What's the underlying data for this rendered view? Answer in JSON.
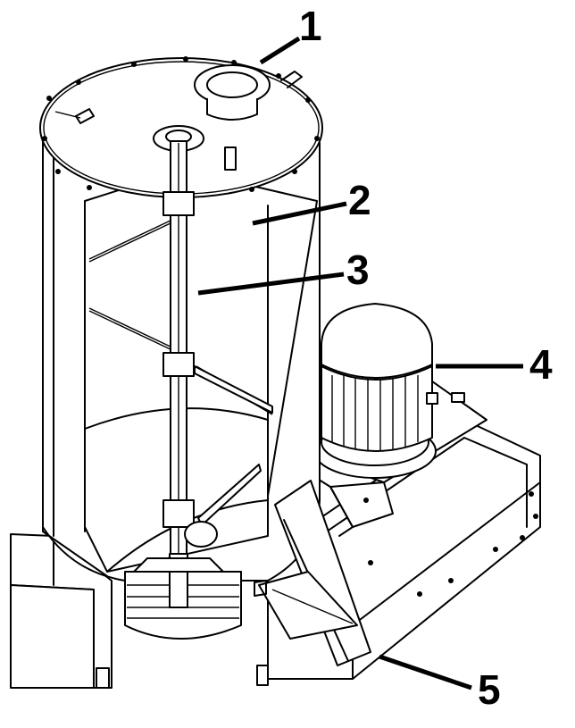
{
  "diagram": {
    "callouts": [
      {
        "id": "c1",
        "label": "1"
      },
      {
        "id": "c2",
        "label": "2"
      },
      {
        "id": "c3",
        "label": "3"
      },
      {
        "id": "c4",
        "label": "4"
      },
      {
        "id": "c5",
        "label": "5"
      }
    ]
  }
}
